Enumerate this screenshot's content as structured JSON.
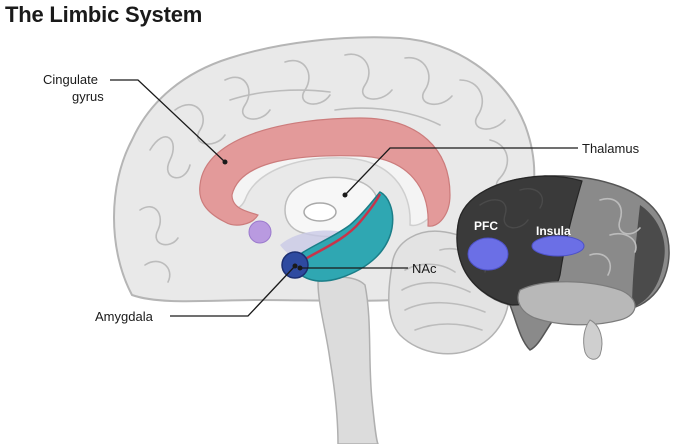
{
  "title": "The Limbic System",
  "labels": {
    "cingulate_line1": "Cingulate",
    "cingulate_line2": "gyrus",
    "thalamus": "Thalamus",
    "nac": "NAc",
    "amygdala": "Amygdala",
    "pfc": "PFC",
    "insula": "Insula"
  },
  "colors": {
    "cingulate": "#e39a9a",
    "hippocampus": "#2fa7b2",
    "amygdala": "#2e4aa0",
    "nac": "#b99ae0",
    "pfc_insula": "#6b6fe6",
    "brain_fill": "#e9e9e9",
    "brainstem": "#dcdcdc"
  }
}
